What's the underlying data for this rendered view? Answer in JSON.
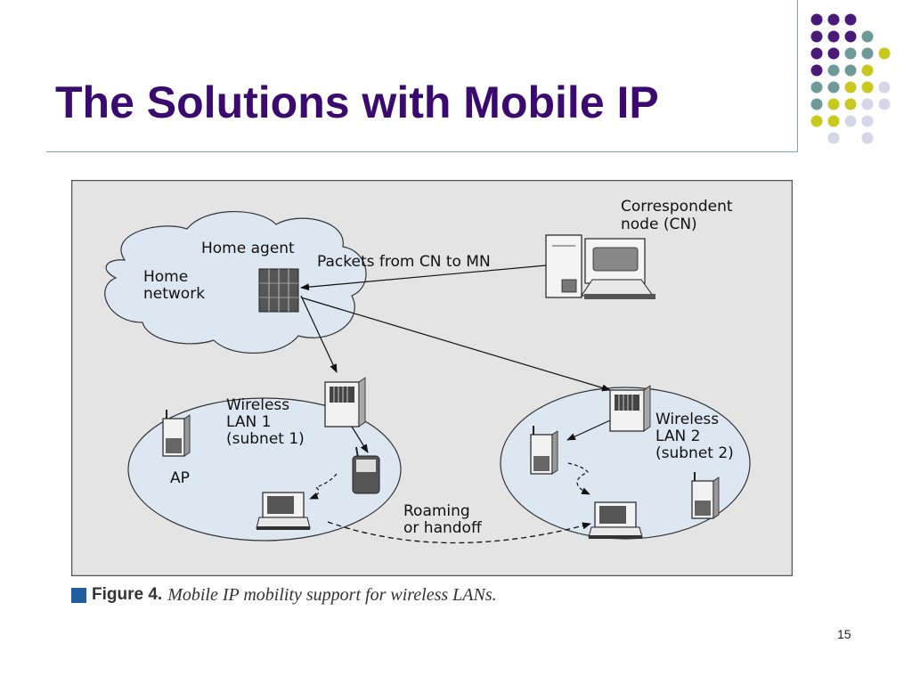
{
  "slide": {
    "title": "The Solutions with Mobile IP",
    "page_number": "15"
  },
  "colors": {
    "title": "#3a0a6e",
    "dot_purple": "#4a1a78",
    "dot_teal": "#6e9a9a",
    "dot_yellow": "#c8c81e",
    "dot_lavender": "#d6d6e8",
    "figure_bg": "#e4e4e4",
    "zone_fill": "#dde7f2"
  },
  "figure": {
    "labels": {
      "correspondent_node": [
        "Correspondent",
        "node (CN)"
      ],
      "home_agent": "Home agent",
      "home_network": [
        "Home",
        "network"
      ],
      "packets": "Packets from CN to MN",
      "wlan1": [
        "Wireless",
        "LAN 1",
        "(subnet 1)"
      ],
      "wlan2": [
        "Wireless",
        "LAN 2",
        "(subnet 2)"
      ],
      "ap": "AP",
      "roaming": [
        "Roaming",
        "or handoff"
      ]
    },
    "caption": {
      "label": "Figure 4.",
      "text": "Mobile IP mobility support for wireless LANs."
    }
  }
}
